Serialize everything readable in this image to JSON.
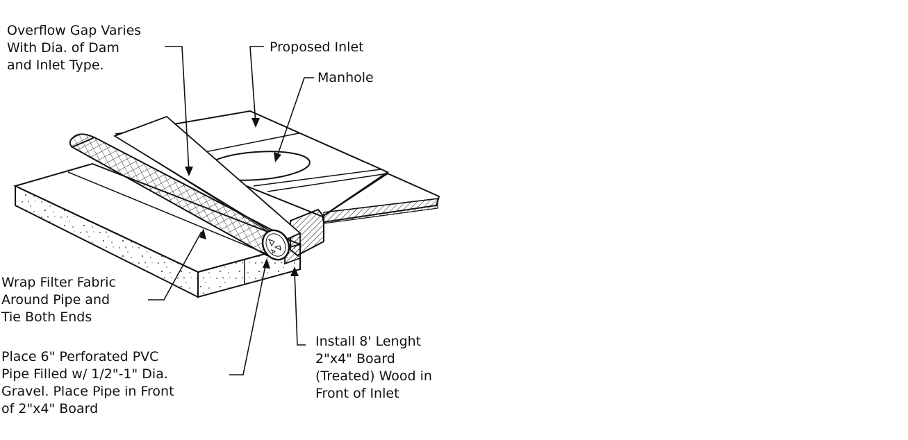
{
  "labels": {
    "overflow_gap": "Overflow Gap Varies\nWith Dia. of Dam\nand Inlet Type.",
    "proposed_inlet": "Proposed Inlet",
    "manhole": "Manhole",
    "wrap_filter": "Wrap Filter Fabric\nAround Pipe and\nTie Both Ends",
    "place_pipe": "Place 6\" Perforated PVC\nPipe Filled w/ 1/2\"-1\" Dia.\nGravel. Place Pipe in Front\nof 2\"x4\" Board",
    "install_board": "Install 8' Lenght\n2\"x4\" Board\n(Treated) Wood in\nFront of Inlet"
  },
  "colors": {
    "ink": "#111111",
    "paper": "#ffffff"
  }
}
